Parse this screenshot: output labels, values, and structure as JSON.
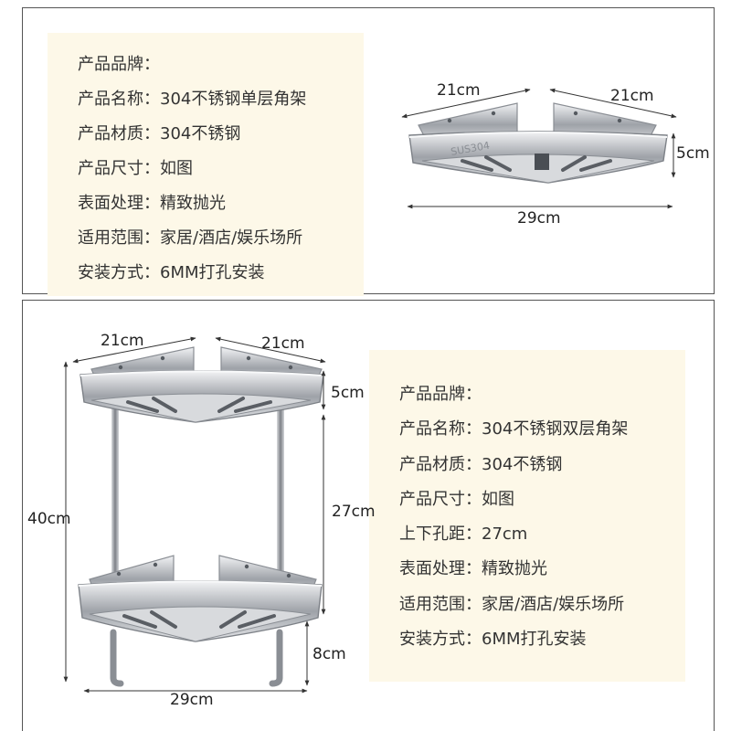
{
  "top_panel": {
    "specs": [
      {
        "label": "产品品牌",
        "value": ""
      },
      {
        "label": "产品名称",
        "value": "304不锈钢单层角架"
      },
      {
        "label": "产品材质",
        "value": "304不锈钢"
      },
      {
        "label": "产品尺寸",
        "value": "如图"
      },
      {
        "label": "表面处理",
        "value": "精致抛光"
      },
      {
        "label": "适用范围",
        "value": "家居/酒店/娱乐场所"
      },
      {
        "label": "安装方式",
        "value": "6MM打孔安装"
      }
    ],
    "dimensions": {
      "side_left": "21cm",
      "side_right": "21cm",
      "height": "5cm",
      "width": "29cm"
    }
  },
  "bottom_panel": {
    "specs": [
      {
        "label": "产品品牌",
        "value": ""
      },
      {
        "label": "产品名称",
        "value": "304不锈钢双层角架"
      },
      {
        "label": "产品材质",
        "value": "304不锈钢"
      },
      {
        "label": "产品尺寸",
        "value": "如图"
      },
      {
        "label": "上下孔距",
        "value": "27cm"
      },
      {
        "label": "表面处理",
        "value": "精致抛光"
      },
      {
        "label": "适用范围",
        "value": "家居/酒店/娱乐场所"
      },
      {
        "label": "安装方式",
        "value": "6MM打孔安装"
      }
    ],
    "dimensions": {
      "side_left": "21cm",
      "side_right": "21cm",
      "tier_height": "5cm",
      "total_height": "40cm",
      "hole_distance": "27cm",
      "leg_height": "8cm",
      "width": "29cm"
    }
  },
  "shelf_brand_mark": "SUS304",
  "colors": {
    "spec_background": "#fdf8e8",
    "frame_border": "#555555",
    "steel": "#b8bcc2"
  }
}
